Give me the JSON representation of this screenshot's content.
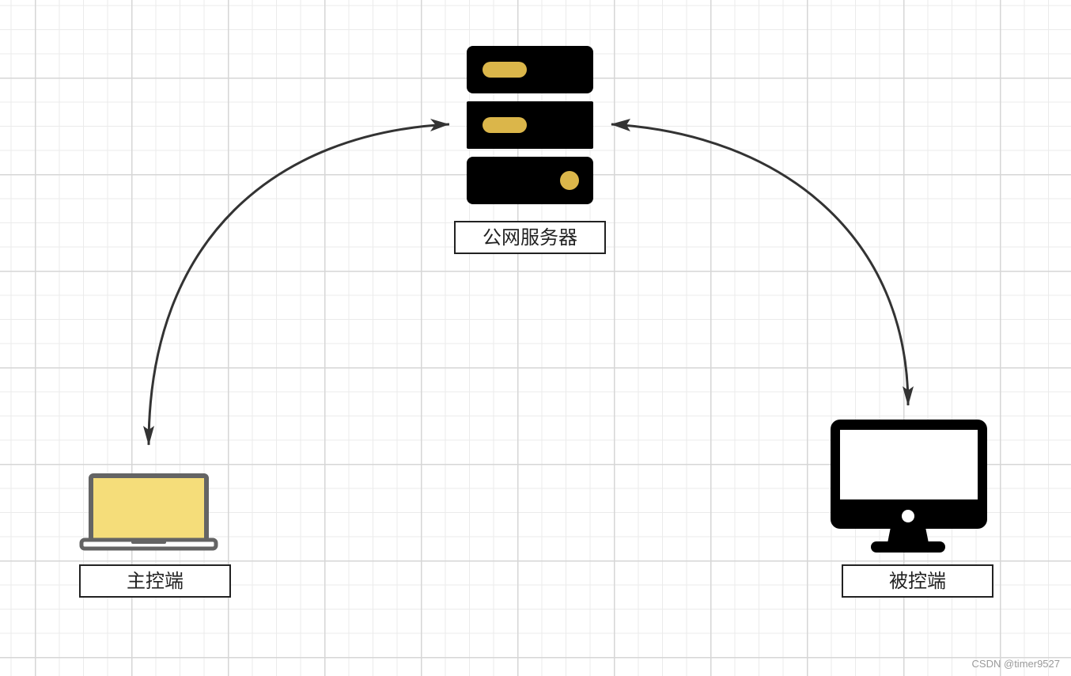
{
  "nodes": {
    "server": {
      "label": "公网服务器"
    },
    "controller": {
      "label": "主控端"
    },
    "controlled": {
      "label": "被控端"
    }
  },
  "watermark": "CSDN @timer9527",
  "colors": {
    "server_body": "#000000",
    "server_led": "#dbb64a",
    "laptop_frame": "#646464",
    "laptop_screen": "#f5dd7a",
    "monitor_body": "#000000",
    "arrow": "#333333",
    "label_border": "#222222"
  },
  "icons": {
    "server": "server-icon",
    "controller": "laptop-icon",
    "controlled": "desktop-monitor-icon"
  }
}
